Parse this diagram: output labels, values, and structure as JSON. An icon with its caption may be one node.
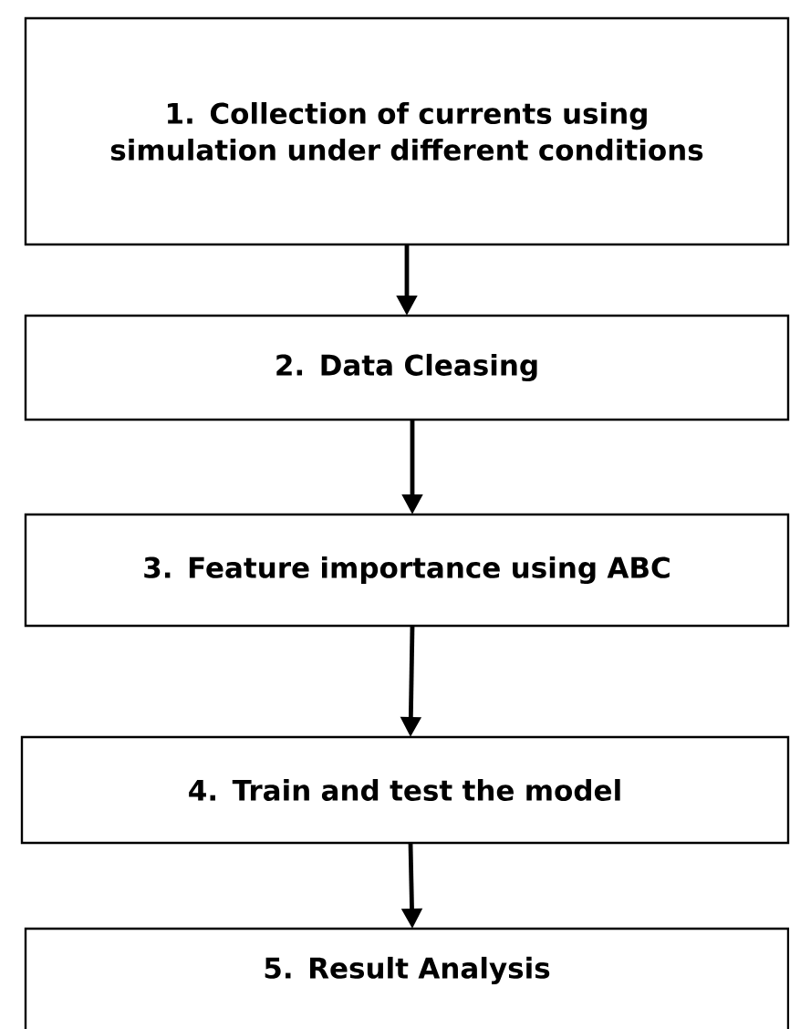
{
  "diagram": {
    "nodes": [
      {
        "text": [
          "1. Collection of currents using simulation under different conditions"
        ]
      },
      {
        "text": [
          "2. Data Cleasing"
        ]
      },
      {
        "text": [
          "3. Feature importance using ABC"
        ]
      },
      {
        "text": [
          "4. Train and  test the model"
        ]
      },
      {
        "text": [
          "5. Result Analysis"
        ]
      }
    ],
    "edges": [
      {
        "from": 0,
        "to": 1,
        "arrow": "to"
      },
      {
        "from": 1,
        "to": 2,
        "arrow": "to"
      },
      {
        "from": 2,
        "to": 3,
        "arrow": "to"
      },
      {
        "from": 3,
        "to": 4,
        "arrow": "to"
      }
    ]
  }
}
